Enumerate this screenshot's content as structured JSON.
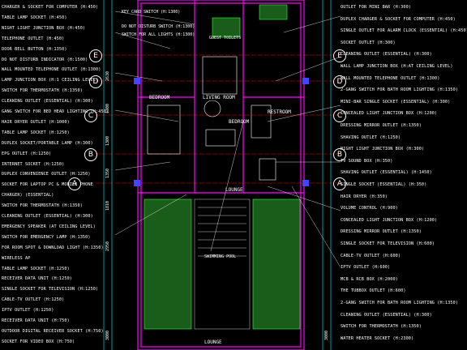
{
  "colors": {
    "background": "#000000",
    "wall": "#ff00ff",
    "grid": "#ff0000",
    "dim": "#00ffff",
    "planting": "#33ff33",
    "text": "#ffffff",
    "chinese_text": "#ffff00",
    "leader": "#ffffff",
    "column": "#4444ff"
  },
  "left_labels": [
    {
      "zh": "",
      "en": "CHARGER & SOCKET FOR COMPUTER (H:450)"
    },
    {
      "zh": "",
      "en": "TABLE LAMP SOCKET (H:450)"
    },
    {
      "zh": "",
      "en": "NIGHT LIGHT JUNCTION BOX (H:450)"
    },
    {
      "zh": "",
      "en": "TELEPHONE OUTLET (H:450)"
    },
    {
      "zh": "",
      "en": "DOOR BELL BUTTON (H:1350)"
    },
    {
      "zh": "",
      "en": "DO NOT DISTURB INDICATOR (H:1500)"
    },
    {
      "zh": "",
      "en": "WALL MOUNTED TELEPHONE OUTLET (H:1300)"
    },
    {
      "zh": "",
      "en": "LAMP JUNCTION BOX (H:1 CEILING LEVEL)"
    },
    {
      "zh": "",
      "en": "SWITCH FOR THERMOSTATH (H:1350)"
    },
    {
      "zh": "",
      "en": "CLEANING OUTLET (ESSENTIAL) (H:300)"
    },
    {
      "zh": "",
      "en": "GANG SWITCH FOR BED HEAD LIGHTING (H:450)"
    },
    {
      "zh": "",
      "en": "HAIR DRYER OUTLET (H:1000)"
    },
    {
      "zh": "",
      "en": "TABLE LAMP SOCKET (H:1250)"
    },
    {
      "zh": "",
      "en": "DUPLEX SOCKET/PORTABLE LAMP (H:300)"
    },
    {
      "zh": "",
      "en": "EPG OUTLET (H:1250)"
    },
    {
      "zh": "",
      "en": "INTERNET SOCKET (H:1250)"
    },
    {
      "zh": "",
      "en": "DUPLEX CONVENIENCE OUTLET (H:1250)"
    },
    {
      "zh": "",
      "en": "SOCKET FOR LAPTOP PC & MOBILE PHONE"
    },
    {
      "zh": "",
      "en": "CHARGER) (ESSENTIAL)"
    },
    {
      "zh": "",
      "en": "SWITCH FOR THERMOSTATH (H:1350)"
    },
    {
      "zh": "",
      "en": "CLEANING OUTLET (ESSENTIAL) (H:300)"
    },
    {
      "zh": "",
      "en": "EMERGENCY SPEAKER (AT CEILING LEVEL)"
    },
    {
      "zh": "",
      "en": "SWITCH FOR EMERGENCY LAMP (H:1350)"
    },
    {
      "zh": "",
      "en": "FOR ROOM SPOT & DOWNLOAD LIGHT (H:1350)"
    },
    {
      "zh": "",
      "en": "WIRELESS AP"
    },
    {
      "zh": "",
      "en": "TABLE LAMP SOCKET (H:1250)"
    },
    {
      "zh": "",
      "en": "RECEIVER DATA UNIT (H:1250)"
    },
    {
      "zh": "",
      "en": "SINGLE SOCKET FOR TELEVISION (H:1250)"
    },
    {
      "zh": "",
      "en": "CABLE-TV OUTLET (H:1250)"
    },
    {
      "zh": "",
      "en": "IPTV OUTLET (H:1250)"
    },
    {
      "zh": "",
      "en": "RECEIVER DATA UNIT (H:750)"
    },
    {
      "zh": "",
      "en": "OUTDOOR DIGITAL RECEIVER SOCKET (H:750)"
    },
    {
      "zh": "",
      "en": "SOCKET FOR VIDEO BOX (H:750)"
    }
  ],
  "right_labels": [
    {
      "zh": "",
      "en": "OUTLET FOR MINI BAR (H:300)"
    },
    {
      "zh": "",
      "en": "DUPLEX CHARGER & SOCKET FOR COMPUTER (H:450)"
    },
    {
      "zh": "",
      "en": "SINGLE OUTLET FOR ALARM CLOCK (ESSENTIAL) (H:450)"
    },
    {
      "zh": "",
      "en": "SOCKET OUTLET (H:300)"
    },
    {
      "zh": "",
      "en": "CLEANING OUTLET (ESSENTIAL) (H:300)"
    },
    {
      "zh": "",
      "en": "WALL LAMP JUNCTION BOX (H:AT CEILING LEVEL)"
    },
    {
      "zh": "",
      "en": "WALL MOUNTED TELEPHONE OUTLET (H:1300)"
    },
    {
      "zh": "",
      "en": "2-GANG SWITCH FOR BATH ROOM LIGHTING (H:1350)"
    },
    {
      "zh": "",
      "en": "MINI-BAR SINGLE SOCKET (ESSENTIAL) (H:300)"
    },
    {
      "zh": "",
      "en": "CONCEALED LIGHT JUNCTION BOX (H:1200)"
    },
    {
      "zh": "",
      "en": "DRESSING MIRROR OUTLET (H:1350)"
    },
    {
      "zh": "",
      "en": "SHAVING OUTLET (H:1250)"
    },
    {
      "zh": "",
      "en": "NIGHT LIGHT JUNCTION BOX (H:300)"
    },
    {
      "zh": "",
      "en": "TV SOUND BOX (H:350)"
    },
    {
      "zh": "",
      "en": "SHAVING OUTLET (ESSENTIAL) (H:1450)"
    },
    {
      "zh": "",
      "en": "SINGLE SOCKET (ESSENTIAL) (H:350)"
    },
    {
      "zh": "",
      "en": "HAIR DRYER (H:350)"
    },
    {
      "zh": "",
      "en": "VOLUME CONTROL (H:900)"
    },
    {
      "zh": "",
      "en": "CONCEALED LIGHT JUNCTION BOX (H:1200)"
    },
    {
      "zh": "",
      "en": "DRESSING MIRROR OUTLET (H:1350)"
    },
    {
      "zh": "",
      "en": "SINGLE SOCKET FOR TELEVISION (H:600)"
    },
    {
      "zh": "",
      "en": "CABLE-TV OUTLET (H:600)"
    },
    {
      "zh": "",
      "en": "IPTV OUTLET (H:600)"
    },
    {
      "zh": "",
      "en": "MCB & RCB BOX (H:2000)"
    },
    {
      "zh": "",
      "en": "THE TUBBOX OUTLET (H:600)"
    },
    {
      "zh": "",
      "en": "2-GANG SWITCH FOR BATH ROOM LIGHTING (H:1350)"
    },
    {
      "zh": "",
      "en": "CLEANING OUTLET (ESSENTIAL) (H:300)"
    },
    {
      "zh": "",
      "en": "SWITCH FOR THERMOSTATH (H:1350)"
    },
    {
      "zh": "",
      "en": "WATER HEATER SOCKET (H:2300)"
    }
  ],
  "top_labels": [
    {
      "en": "KEY CARD SWITCH (H:1300)"
    },
    {
      "en": "DO NOT DISTURB SWITCH (H:1300)"
    },
    {
      "en": "SWITCH FOR ALL LIGHTS (H:1300)"
    },
    {
      "en": "GUEST TOILETS"
    }
  ],
  "rooms": [
    {
      "zh": "",
      "en": "BEDROOM"
    },
    {
      "zh": "",
      "en": "LIVING ROOM"
    },
    {
      "zh": "",
      "en": "BEDROOM"
    },
    {
      "zh": "",
      "en": "RESTROOM"
    },
    {
      "zh": "",
      "en": "LOUNGE"
    },
    {
      "zh": "",
      "en": "SWIMMING POOL"
    },
    {
      "zh": "",
      "en": "LOUNGE"
    }
  ],
  "axes_left": [
    "E",
    "D",
    "C",
    "B",
    "A"
  ],
  "axes_right": [
    "E",
    "D",
    "C",
    "B",
    "A"
  ],
  "dimensions": [
    "2630",
    "1300",
    "1300",
    "1350",
    "1810",
    "2950",
    "3000",
    "3000"
  ]
}
